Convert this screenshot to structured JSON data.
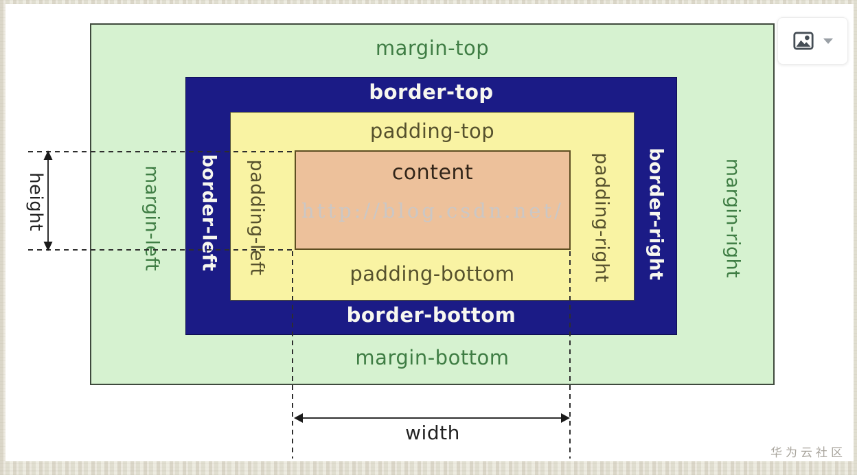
{
  "diagram": {
    "labels": {
      "margin_top": "margin-top",
      "border_top": "border-top",
      "padding_top": "padding-top",
      "content": "content",
      "watermark": "http://blog.csdn.net/",
      "padding_bottom": "padding-bottom",
      "border_bottom": "border-bottom",
      "margin_bottom": "margin-bottom",
      "margin_left": "margin-left",
      "border_left": "border-left",
      "padding_left": "padding-left",
      "padding_right": "padding-right",
      "border_right": "border-right",
      "margin_right": "margin-right",
      "height": "height",
      "width": "width"
    },
    "colors": {
      "margin_bg": "#d6f2d0",
      "border_bg": "#1b1b86",
      "padding_bg": "#f9f3a3",
      "content_bg": "#edc19b",
      "margin_text": "#3f7d44",
      "border_text": "#f7f7ef",
      "padding_text": "#56512d",
      "content_text": "#33261a",
      "dash_line": "#2e2e2e"
    }
  },
  "toolbar": {
    "image_button": {
      "icon": "image-icon",
      "caret_icon": "caret-down-icon"
    }
  },
  "footer": {
    "site_watermark": "华为云社区"
  }
}
